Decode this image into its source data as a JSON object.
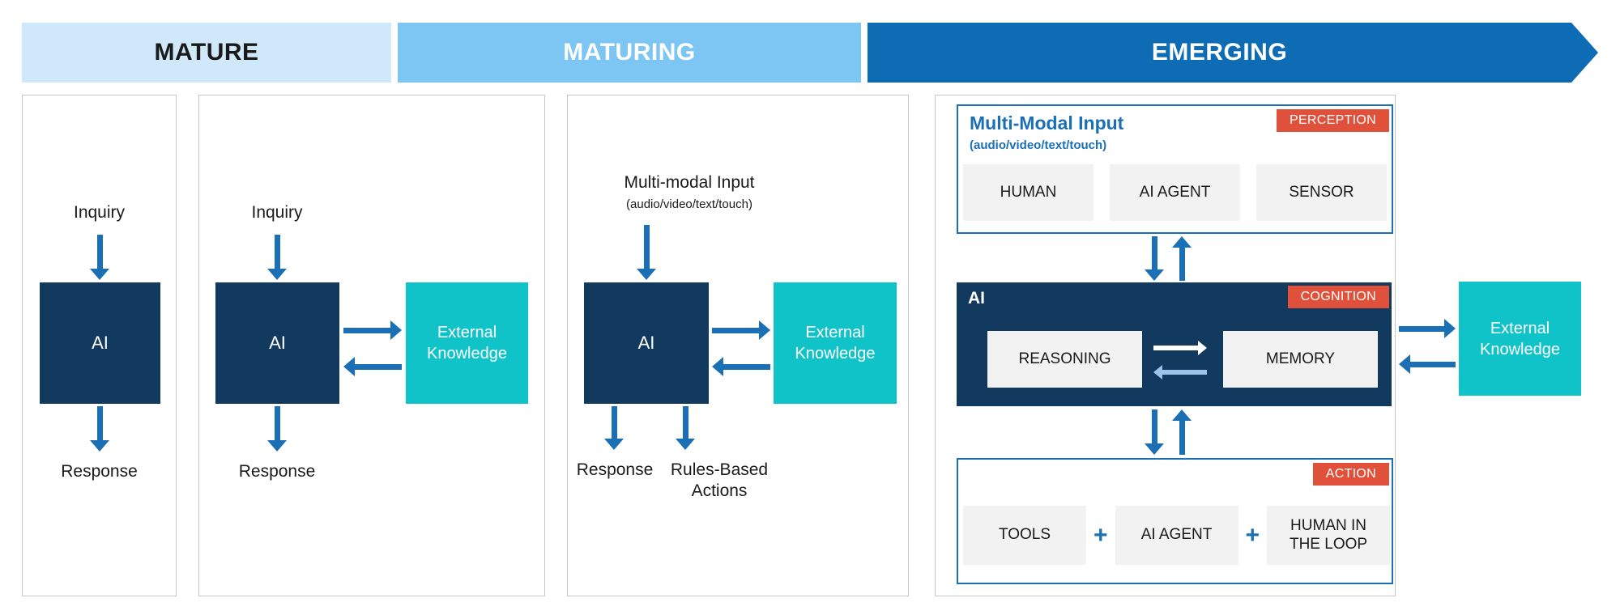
{
  "colors": {
    "stage_mature_bg": "#cfe8fa",
    "stage_maturing_bg": "#7dc5f2",
    "stage_emerging_bg": "#0e6cb4",
    "navy": "#12395e",
    "teal": "#10c3c8",
    "arrow_blue": "#1b6fb5",
    "tag_red": "#e0513c",
    "panel_border": "#c6c6c6",
    "item_bg": "#f2f2f2"
  },
  "header": {
    "stages": [
      {
        "label": "MATURE"
      },
      {
        "label": "MATURING"
      },
      {
        "label": "EMERGING"
      }
    ]
  },
  "panel1": {
    "input": "Inquiry",
    "ai": "AI",
    "output": "Response"
  },
  "panel2": {
    "input": "Inquiry",
    "ai": "AI",
    "output": "Response",
    "external": "External Knowledge"
  },
  "panel3": {
    "input_title": "Multi-modal Input",
    "input_subtitle": "(audio/video/text/touch)",
    "ai": "AI",
    "output1": "Response",
    "output2": "Rules-Based Actions",
    "external": "External Knowledge"
  },
  "panel4": {
    "perception": {
      "tag": "PERCEPTION",
      "title": "Multi-Modal Input",
      "subtitle": "(audio/video/text/touch)",
      "items": [
        "HUMAN",
        "AI AGENT",
        "SENSOR"
      ]
    },
    "cognition": {
      "tag": "COGNITION",
      "title": "AI",
      "left_item": "REASONING",
      "right_item": "MEMORY"
    },
    "action": {
      "tag": "ACTION",
      "plus": "+",
      "items": [
        "TOOLS",
        "AI AGENT",
        "HUMAN IN THE LOOP"
      ]
    },
    "external": "External Knowledge"
  }
}
